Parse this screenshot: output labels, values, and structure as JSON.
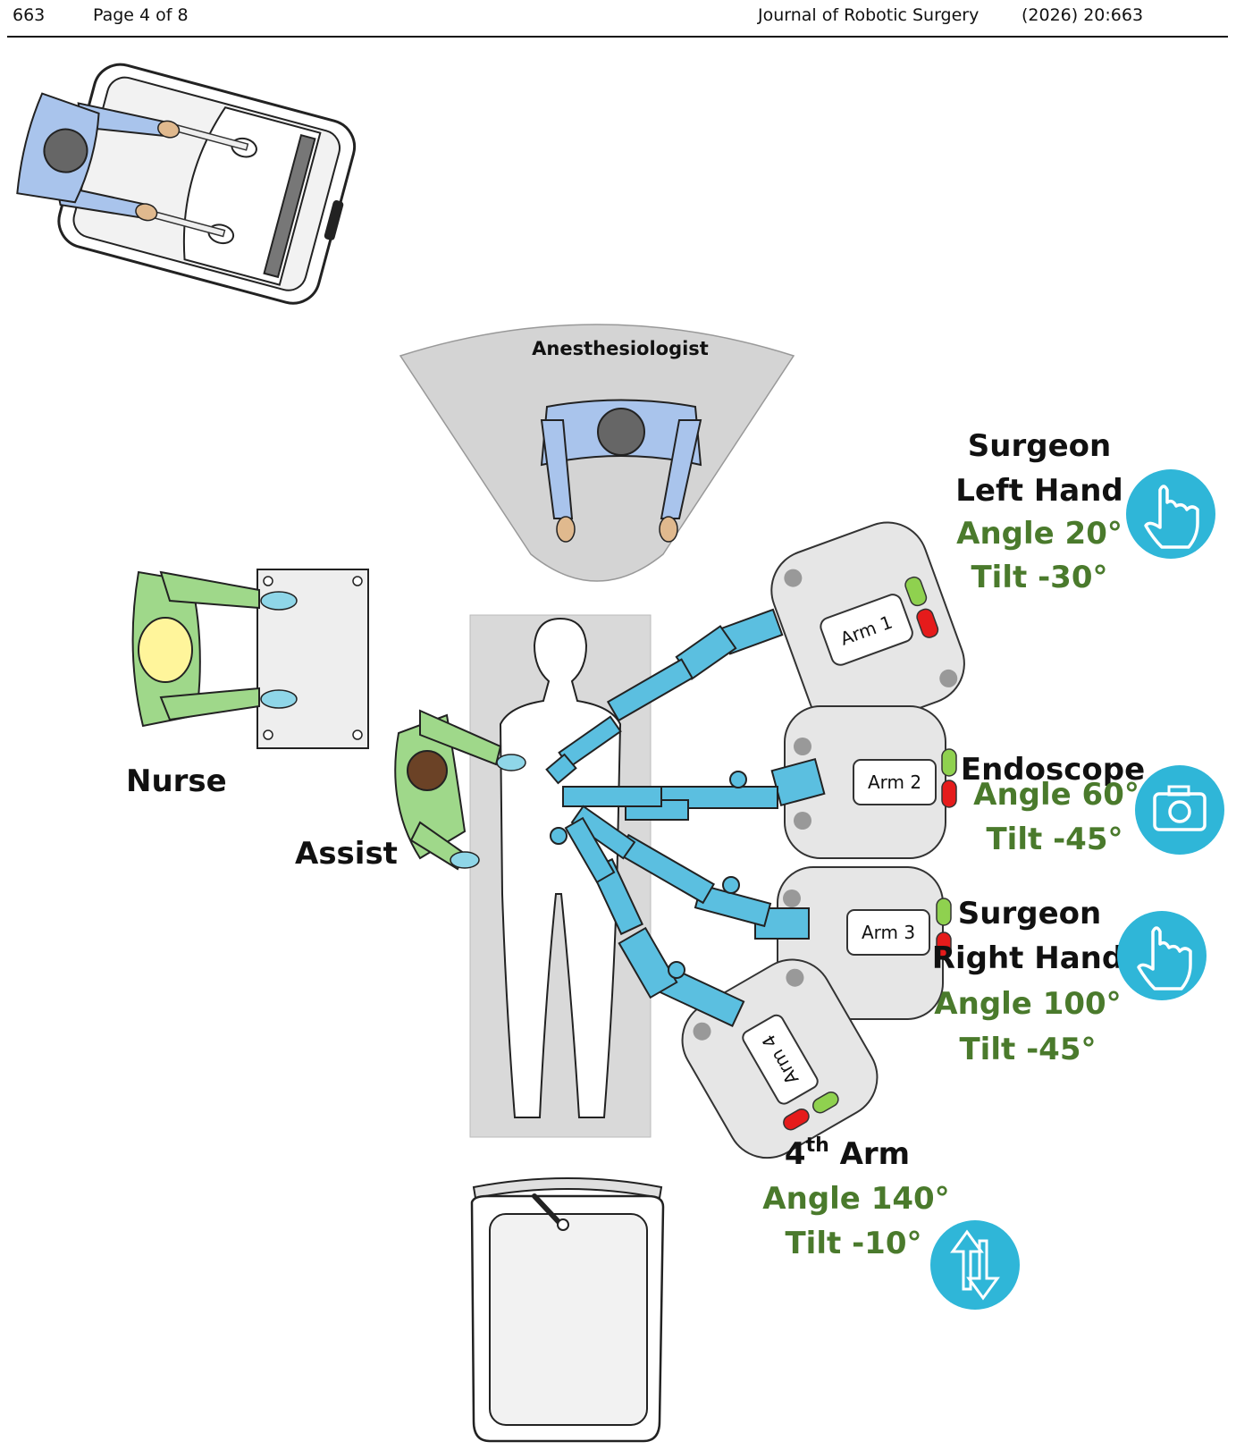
{
  "header": {
    "page_number": "663",
    "page_of": "Page 4 of 8",
    "journal": "Journal of Robotic Surgery",
    "citation": "(2026) 20:663"
  },
  "people": {
    "anesthesiologist": "Anesthesiologist",
    "nurse": "Nurse",
    "assist": "Assist"
  },
  "arms": {
    "arm1": "Arm 1",
    "arm2": "Arm 2",
    "arm3": "Arm 3",
    "arm4": "Arm 4"
  },
  "controls": {
    "left_hand": {
      "line1": "Surgeon",
      "line2": "Left Hand",
      "angle": "Angle 20°",
      "tilt": "Tilt -30°",
      "icon": "hand-pointing-icon"
    },
    "endoscope": {
      "line1": "Endoscope",
      "angle": "Angle 60°",
      "tilt": "Tilt -45°",
      "icon": "camera-icon"
    },
    "right_hand": {
      "line1": "Surgeon",
      "line2": "Right Hand",
      "angle": "Angle 100°",
      "tilt": "Tilt -45°",
      "icon": "hand-pointing-icon"
    },
    "fourth_arm": {
      "line1_base": "4",
      "line1_sup": "th",
      "line1_rest": " Arm",
      "angle": "Angle 140°",
      "tilt": "Tilt -10°",
      "icon": "up-down-arrows-icon"
    }
  },
  "colors": {
    "robot_arm": "#5bbfe0",
    "label_green": "#4a7a2c",
    "icon_circle": "#2fb6d8",
    "nurse_gown": "#9fd88a",
    "surgeon_gown": "#a9c4ec",
    "indicator_green": "#8fd14f",
    "indicator_red": "#e51b1b"
  }
}
